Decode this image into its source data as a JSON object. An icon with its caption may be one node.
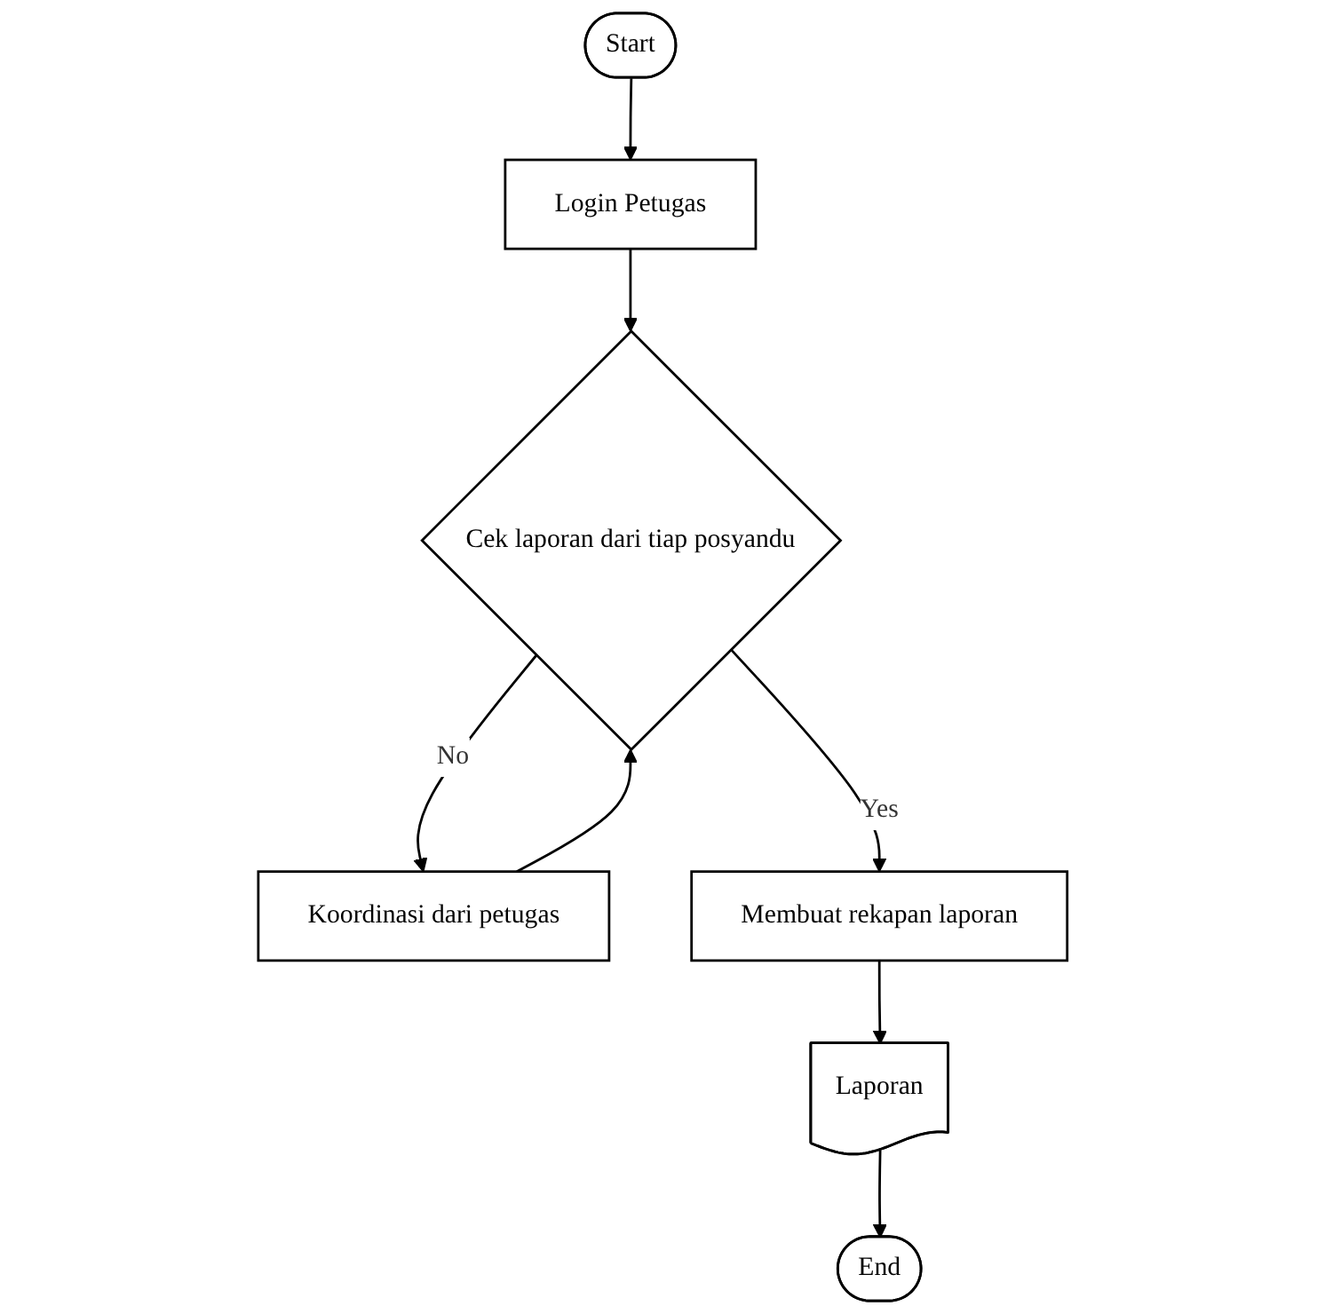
{
  "diagram": {
    "nodes": [
      {
        "text": [
          "Start"
        ]
      },
      {
        "text": [
          "Login Petugas"
        ]
      },
      {
        "text": [
          "Cek laporan dari tiap posyandu"
        ]
      },
      {
        "text": [
          "Koordinasi dari petugas"
        ]
      },
      {
        "text": [
          "Membuat rekapan laporan"
        ]
      },
      {
        "text": [
          "Laporan"
        ]
      },
      {
        "text": [
          "End"
        ]
      }
    ],
    "edges": [
      {
        "from": 0,
        "to": 1,
        "arrow": "to"
      },
      {
        "from": 1,
        "to": 2,
        "arrow": "to"
      },
      {
        "from": 2,
        "to": 3,
        "label": "No",
        "arrow": "to"
      },
      {
        "from": 3,
        "to": 2,
        "arrow": "to"
      },
      {
        "from": 2,
        "to": 4,
        "label": "Yes",
        "arrow": "to"
      },
      {
        "from": 4,
        "to": 5,
        "arrow": "to"
      },
      {
        "from": 5,
        "to": 6,
        "arrow": "to"
      }
    ]
  }
}
